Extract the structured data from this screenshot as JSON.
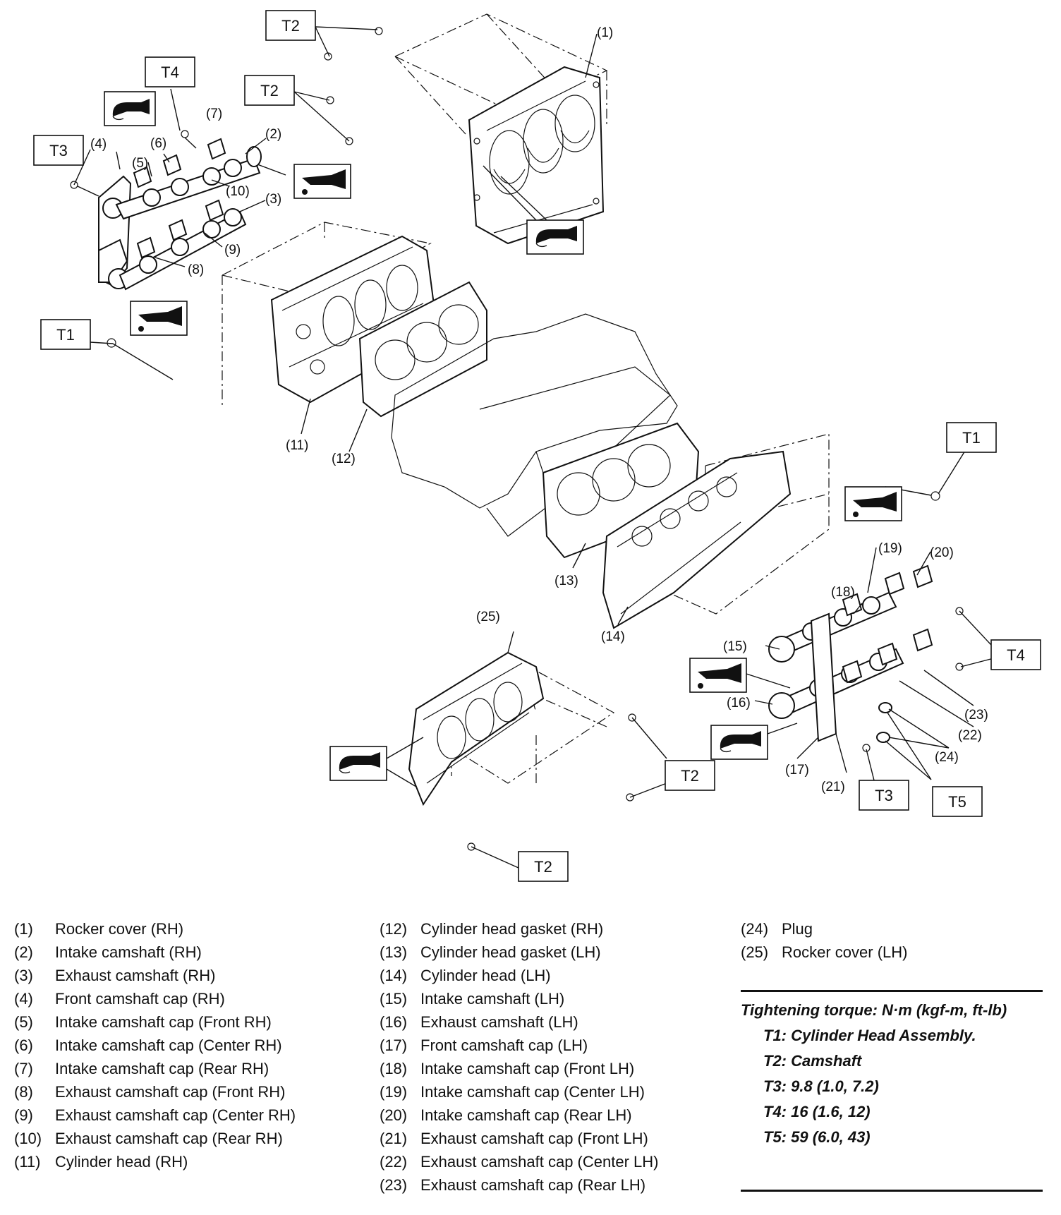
{
  "callouts": {
    "c1": "(1)",
    "c2": "(2)",
    "c3": "(3)",
    "c4": "(4)",
    "c5": "(5)",
    "c6": "(6)",
    "c7": "(7)",
    "c8": "(8)",
    "c9": "(9)",
    "c10": "(10)",
    "c11": "(11)",
    "c12": "(12)",
    "c13": "(13)",
    "c14": "(14)",
    "c15": "(15)",
    "c16": "(16)",
    "c17": "(17)",
    "c18": "(18)",
    "c19": "(19)",
    "c20": "(20)",
    "c21": "(21)",
    "c22": "(22)",
    "c23": "(23)",
    "c24": "(24)",
    "c25": "(25)"
  },
  "torque_tags": {
    "t1": "T1",
    "t2": "T2",
    "t3": "T3",
    "t4": "T4",
    "t5": "T5"
  },
  "icons": {
    "oil": "engine-oil-icon",
    "sealant": "liquid-gasket-icon"
  },
  "legend": {
    "col1": [
      {
        "num": "(1)",
        "text": "Rocker cover (RH)"
      },
      {
        "num": "(2)",
        "text": "Intake camshaft (RH)"
      },
      {
        "num": "(3)",
        "text": "Exhaust camshaft (RH)"
      },
      {
        "num": "(4)",
        "text": "Front camshaft cap (RH)"
      },
      {
        "num": "(5)",
        "text": "Intake camshaft cap (Front RH)"
      },
      {
        "num": "(6)",
        "text": "Intake camshaft cap (Center RH)"
      },
      {
        "num": "(7)",
        "text": "Intake camshaft cap (Rear RH)"
      },
      {
        "num": "(8)",
        "text": "Exhaust camshaft cap (Front RH)"
      },
      {
        "num": "(9)",
        "text": "Exhaust camshaft cap (Center RH)"
      },
      {
        "num": "(10)",
        "text": "Exhaust camshaft cap (Rear RH)"
      },
      {
        "num": "(11)",
        "text": "Cylinder head (RH)"
      }
    ],
    "col2": [
      {
        "num": "(12)",
        "text": "Cylinder head gasket (RH)"
      },
      {
        "num": "(13)",
        "text": "Cylinder head gasket (LH)"
      },
      {
        "num": "(14)",
        "text": "Cylinder head (LH)"
      },
      {
        "num": "(15)",
        "text": "Intake camshaft (LH)"
      },
      {
        "num": "(16)",
        "text": "Exhaust camshaft (LH)"
      },
      {
        "num": "(17)",
        "text": "Front camshaft cap (LH)"
      },
      {
        "num": "(18)",
        "text": "Intake camshaft cap (Front LH)"
      },
      {
        "num": "(19)",
        "text": "Intake camshaft cap (Center LH)"
      },
      {
        "num": "(20)",
        "text": "Intake camshaft cap (Rear LH)"
      },
      {
        "num": "(21)",
        "text": "Exhaust camshaft cap (Front LH)"
      },
      {
        "num": "(22)",
        "text": "Exhaust camshaft cap (Center LH)"
      },
      {
        "num": "(23)",
        "text": "Exhaust camshaft cap (Rear LH)"
      }
    ],
    "col3": [
      {
        "num": "(24)",
        "text": "Plug"
      },
      {
        "num": "(25)",
        "text": "Rocker cover (LH)"
      }
    ]
  },
  "torque": {
    "title": "Tightening torque: N·m (kgf-m, ft-lb)",
    "items": [
      "T1: Cylinder Head Assembly.",
      "T2: Camshaft",
      "T3: 9.8 (1.0, 7.2)",
      "T4: 16 (1.6, 12)",
      "T5: 59 (6.0, 43)"
    ]
  }
}
